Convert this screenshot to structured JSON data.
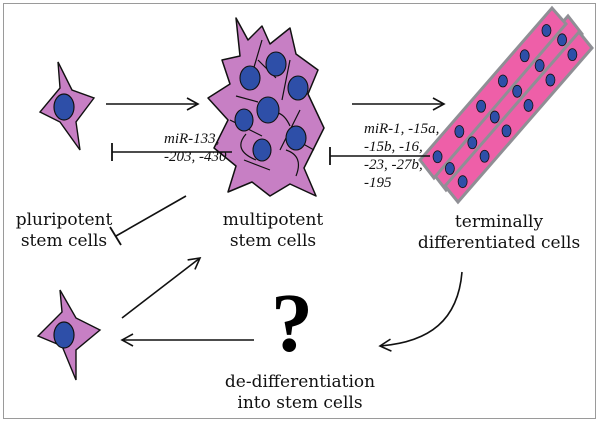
{
  "labels": {
    "pluripotent": "pluripotent\nstem cells",
    "multipotent": "multipotent\nstem cells",
    "terminal": "terminally\ndifferentiated cells",
    "dediff": "de-differentiation\ninto stem cells",
    "question": "?"
  },
  "mirna": {
    "group1": "miR-133,\n-203, -430",
    "group2": "miR-1, -15a,\n-15b, -16,\n-23, -27b,\n-195"
  },
  "colors": {
    "cell_fill": "#c77fc4",
    "nucleus_fill": "#2e4fa8",
    "fiber_fill": "#ee5fa8",
    "fiber_edge": "#8f8f95",
    "line": "#111111"
  }
}
